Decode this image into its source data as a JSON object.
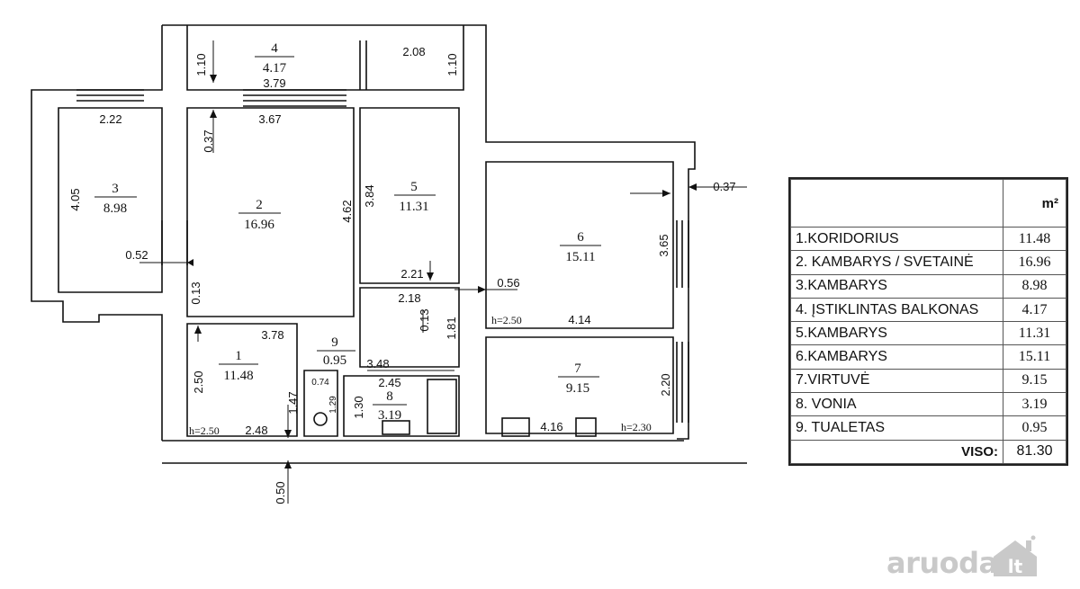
{
  "rooms": [
    {
      "num": "1",
      "area": "11.48"
    },
    {
      "num": "2",
      "area": "16.96"
    },
    {
      "num": "3",
      "area": "8.98"
    },
    {
      "num": "4",
      "area": "4.17"
    },
    {
      "num": "5",
      "area": "11.31"
    },
    {
      "num": "6",
      "area": "15.11"
    },
    {
      "num": "7",
      "area": "9.15"
    },
    {
      "num": "8",
      "area": "3.19"
    },
    {
      "num": "9",
      "area": "0.95"
    }
  ],
  "dimensions": {
    "d_1_10_left": "1.10",
    "d_1_10_right": "1.10",
    "d_3_79": "3.79",
    "d_2_08": "2.08",
    "d_2_22": "2.22",
    "d_3_67": "3.67",
    "d_0_37_top": "0.37",
    "d_4_05": "4.05",
    "d_4_62": "4.62",
    "d_3_84": "3.84",
    "d_0_37_right": "0.37",
    "d_3_65": "3.65",
    "d_0_52": "0.52",
    "d_0_13_a": "0.13",
    "d_2_21": "2.21",
    "d_2_18": "2.18",
    "d_0_56": "0.56",
    "d_0_13_b": "0.13",
    "d_1_81": "1.81",
    "d_4_14": "4.14",
    "d_3_78": "3.78",
    "d_3_48": "3.48",
    "d_0_74": "0.74",
    "d_2_45": "2.45",
    "d_2_50": "2.50",
    "d_1_47": "1.47",
    "d_1_29": "1.29",
    "d_1_30": "1.30",
    "d_2_20": "2.20",
    "d_4_16": "4.16",
    "d_2_48": "2.48",
    "d_0_50": "0.50",
    "h_2_50_a": "h=2.50",
    "h_2_50_b": "h=2.50",
    "h_2_30": "h=2.30"
  },
  "legend": {
    "unit": "m²",
    "rows": [
      {
        "name": "1.KORIDORIUS",
        "area": "11.48"
      },
      {
        "name": "2. KAMBARYS / SVETAINĖ",
        "area": "16.96"
      },
      {
        "name": "3.KAMBARYS",
        "area": "8.98"
      },
      {
        "name": "4. ĮSTIKLINTAS BALKONAS",
        "area": "4.17"
      },
      {
        "name": "5.KAMBARYS",
        "area": "11.31"
      },
      {
        "name": "6.KAMBARYS",
        "area": "15.11"
      },
      {
        "name": "7.VIRTUVĖ",
        "area": "9.15"
      },
      {
        "name": "8. VONIA",
        "area": "3.19"
      },
      {
        "name": "9. TUALETAS",
        "area": "0.95"
      }
    ],
    "total_label": "VISO:",
    "total_value": "81.30"
  },
  "watermark": {
    "text": "aruodas",
    "house_text": "lt"
  }
}
